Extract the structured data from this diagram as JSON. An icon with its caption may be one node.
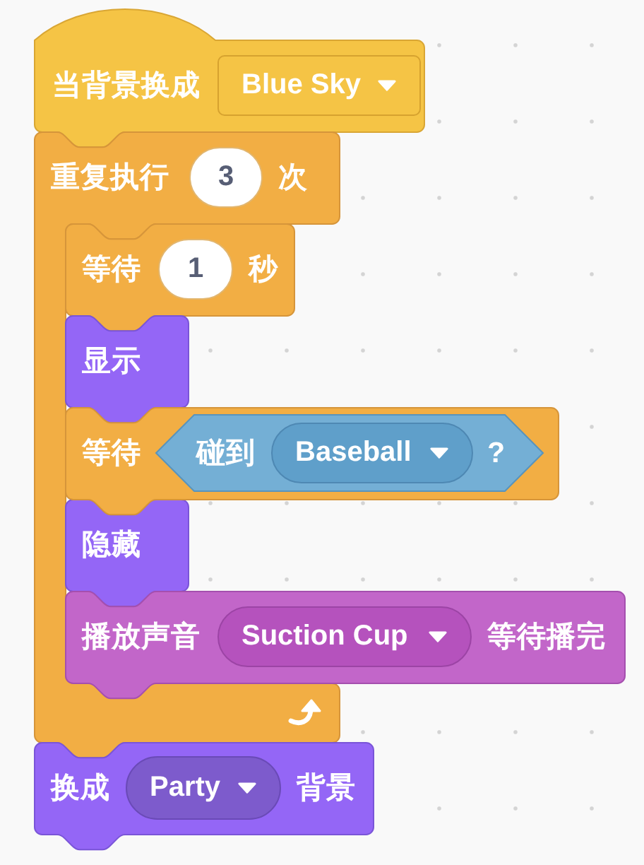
{
  "diagram": {
    "nodes": [
      {
        "text": [
          "当背景换成"
        ]
      },
      {
        "text": [
          "Blue Sky"
        ],
        "in": 0
      },
      {
        "text": [
          "重复执行",
          "次"
        ]
      },
      {
        "text": [
          "3"
        ],
        "in": 2
      },
      {
        "text": [
          "等待",
          "秒"
        ],
        "in": 2
      },
      {
        "text": [
          "1"
        ],
        "in": 4
      },
      {
        "text": [
          "显示"
        ],
        "in": 2
      },
      {
        "text": [
          "等待"
        ]
      },
      {
        "text": [
          "碰到",
          "?"
        ],
        "in": 7
      },
      {
        "text": [
          "Baseball"
        ],
        "in": 8
      },
      {
        "text": [
          "隐藏"
        ],
        "in": 2
      },
      {
        "text": [
          "播放声音",
          "等待播完"
        ]
      },
      {
        "text": [
          "Suction Cup"
        ],
        "in": 11
      },
      {
        "text": [
          "换成",
          "背景"
        ]
      },
      {
        "text": [
          "Party"
        ],
        "in": 13
      }
    ]
  }
}
